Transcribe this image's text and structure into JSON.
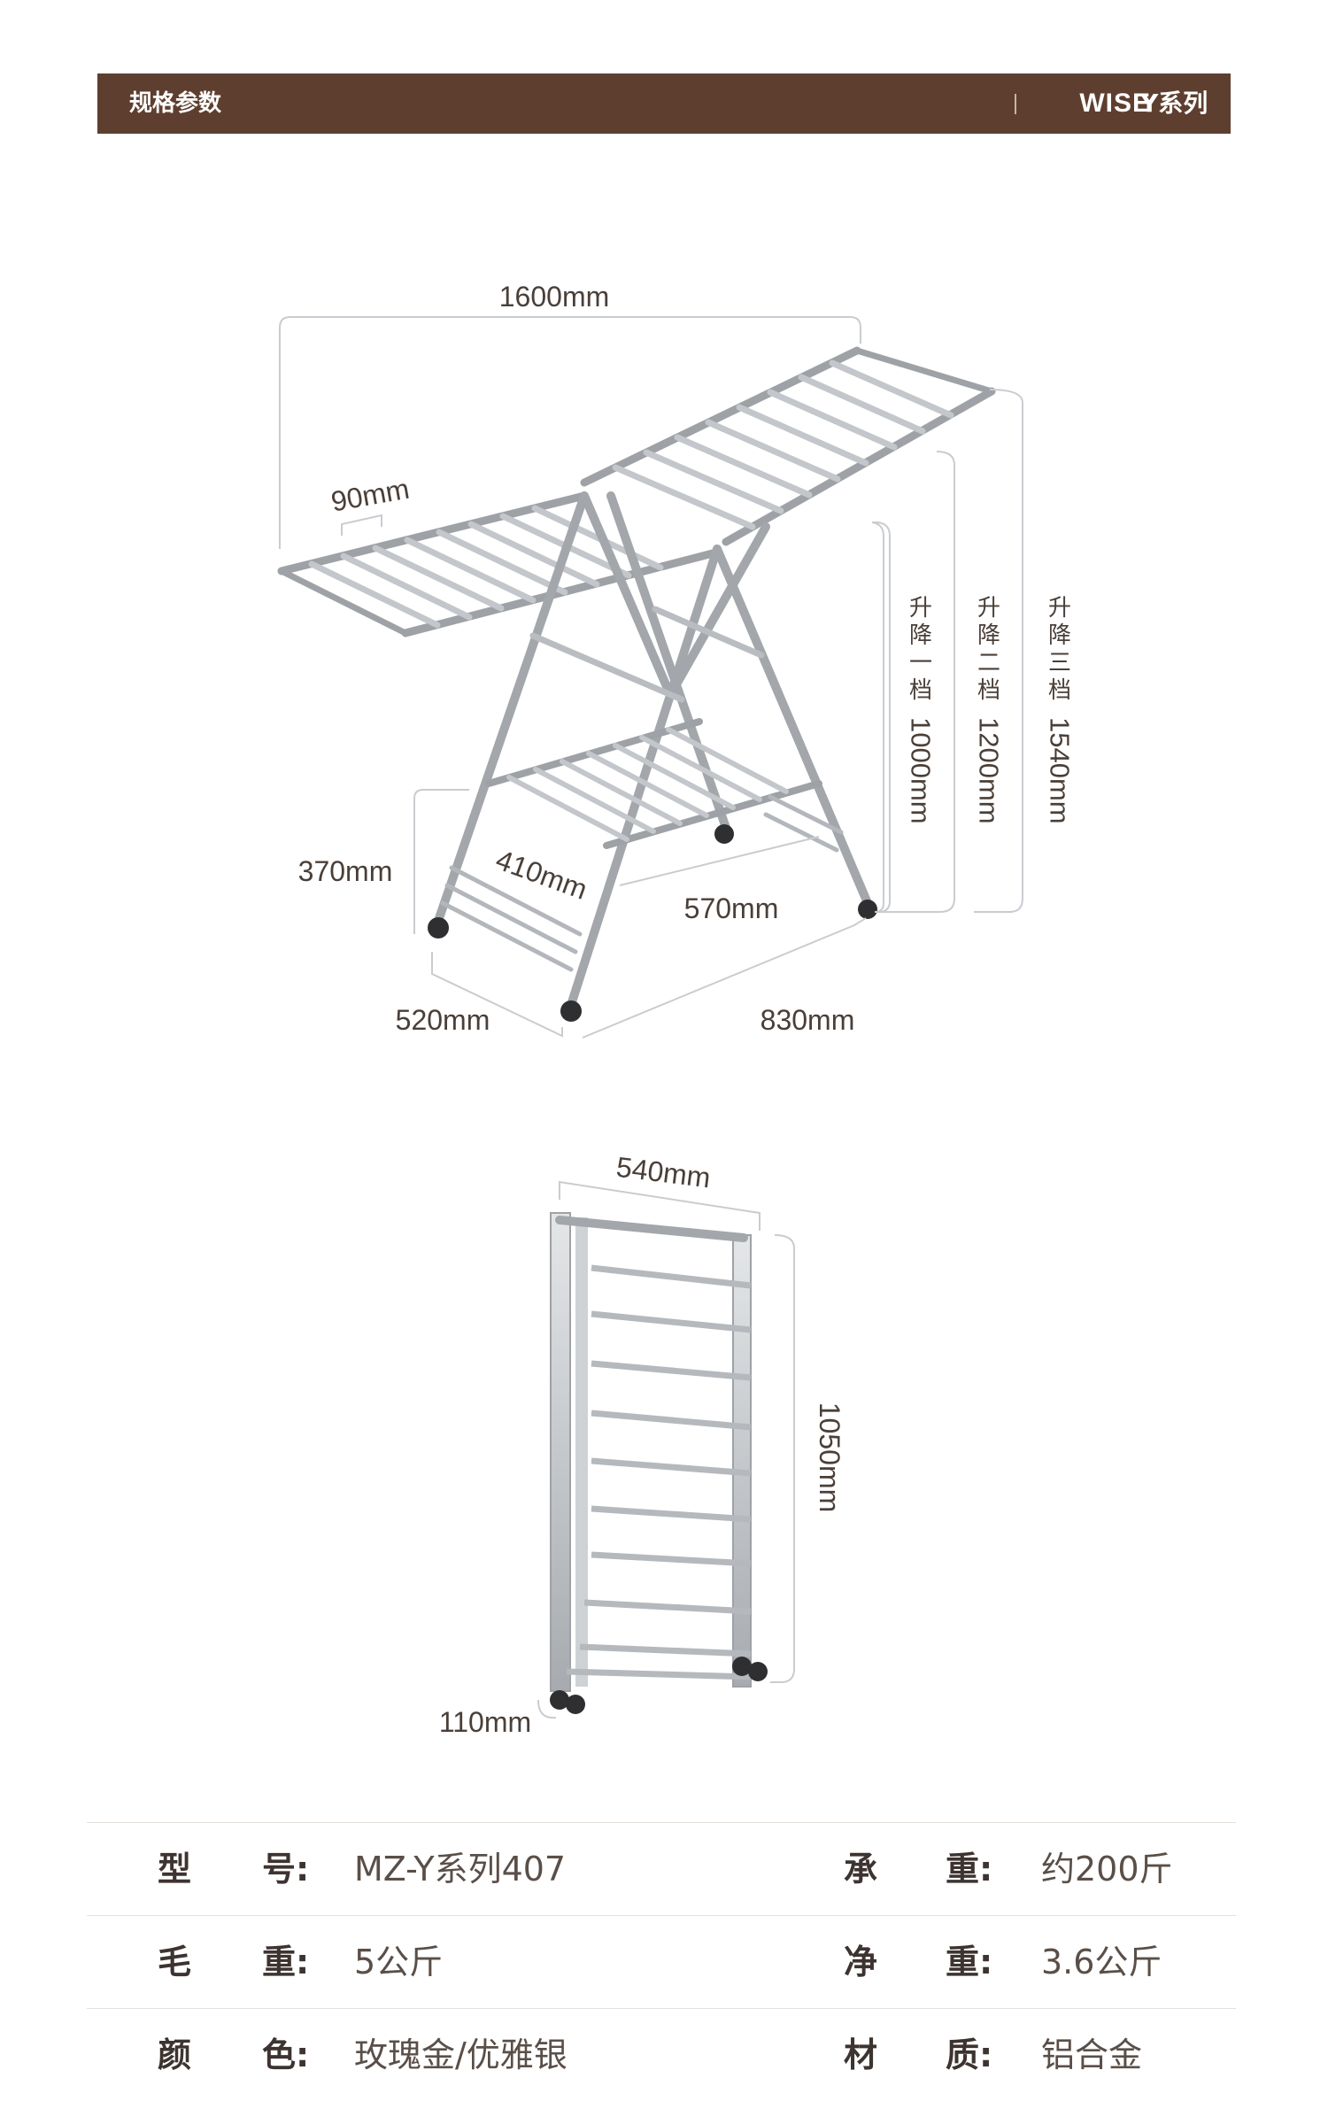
{
  "header": {
    "title": "规格参数",
    "brand": "WISE",
    "model": "Y系列407"
  },
  "dimensions_open": {
    "top_width": "1600mm",
    "rail_spacing": "90mm",
    "lift_1": {
      "label_chars": [
        "升",
        "降",
        "一",
        "档"
      ],
      "value": "1000mm"
    },
    "lift_2": {
      "label_chars": [
        "升",
        "降",
        "二",
        "档"
      ],
      "value": "1200mm"
    },
    "lift_3": {
      "label_chars": [
        "升",
        "降",
        "三",
        "档"
      ],
      "value": "1540mm"
    },
    "lower_height": "370mm",
    "lower_rack_width": "410mm",
    "lower_rack_length": "570mm",
    "base_width": "520mm",
    "base_length": "830mm"
  },
  "dimensions_folded": {
    "width": "540mm",
    "height": "1050mm",
    "depth": "110mm"
  },
  "specs": [
    {
      "label1": "型",
      "label2": "号:",
      "value": "MZ-Y系列407",
      "label3": "承",
      "label4": "重:",
      "value2": "约200斤"
    },
    {
      "label1": "毛",
      "label2": "重:",
      "value": "5公斤",
      "label3": "净",
      "label4": "重:",
      "value2": "3.6公斤"
    },
    {
      "label1": "颜",
      "label2": "色:",
      "value": "玫瑰金/优雅银",
      "label3": "材",
      "label4": "质:",
      "value2": "铝合金"
    }
  ]
}
